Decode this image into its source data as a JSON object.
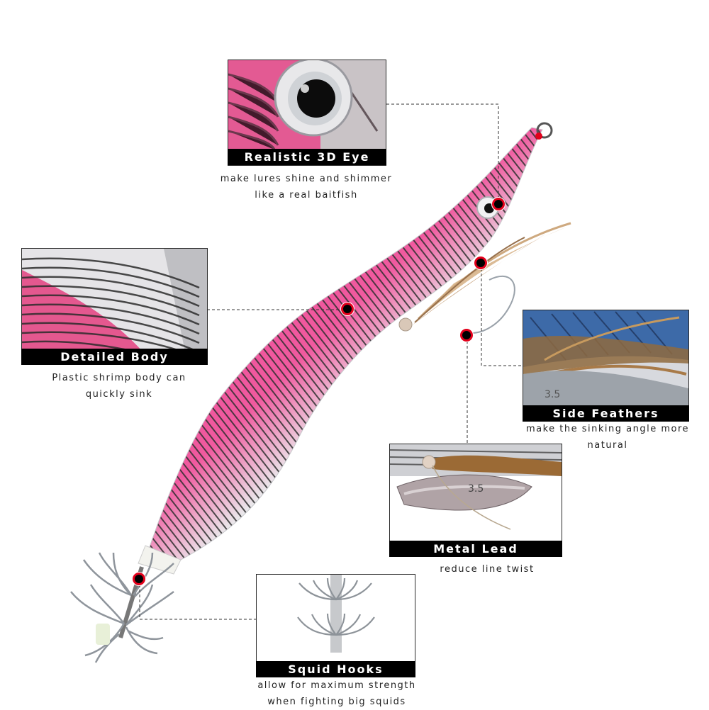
{
  "features": [
    {
      "id": "eye",
      "title": "Realistic 3D Eye",
      "desc": [
        "make lures shine and shimmer",
        "like a real baitfish"
      ]
    },
    {
      "id": "body",
      "title": "Detailed Body",
      "desc": [
        "Plastic shrimp body can",
        "quickly sink"
      ]
    },
    {
      "id": "feathers",
      "title": "Side Feathers",
      "desc": [
        "make the sinking angle more",
        "natural"
      ]
    },
    {
      "id": "lead",
      "title": "Metal Lead",
      "desc": [
        "reduce line twist"
      ]
    },
    {
      "id": "hooks",
      "title": "Squid Hooks",
      "desc": [
        "allow for maximum strength",
        "when fighting big squids"
      ]
    }
  ],
  "lead_marking": "3.5",
  "colors": {
    "body_pink": "#e8438f",
    "body_white": "#e9e9ea",
    "stripe": "#2f2f2f",
    "marker_red": "#e3001b",
    "bar": "#000000"
  }
}
